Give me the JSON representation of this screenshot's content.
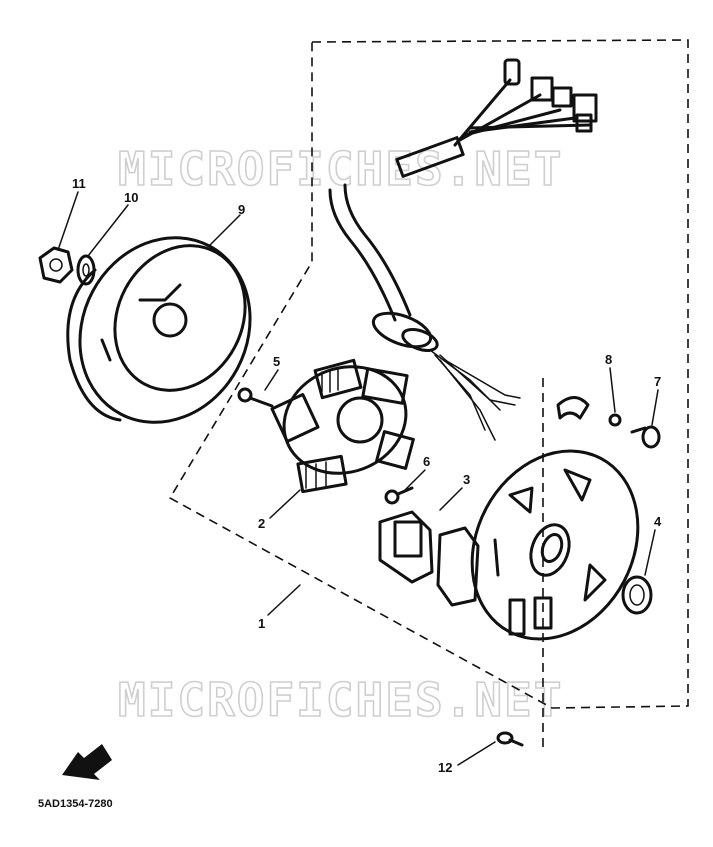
{
  "watermark": {
    "top": "MICROFICHES.NET",
    "bottom": "MICROFICHES.NET"
  },
  "callouts": {
    "c1": "1",
    "c2": "2",
    "c3": "3",
    "c4": "4",
    "c5": "5",
    "c6": "6",
    "c7": "7",
    "c8": "8",
    "c9": "9",
    "c10": "10",
    "c11": "11",
    "c12": "12"
  },
  "figure_code": "5AD1354-7280",
  "colors": {
    "ink": "#111111",
    "watermark": "#cfcfcf",
    "background": "#ffffff"
  }
}
